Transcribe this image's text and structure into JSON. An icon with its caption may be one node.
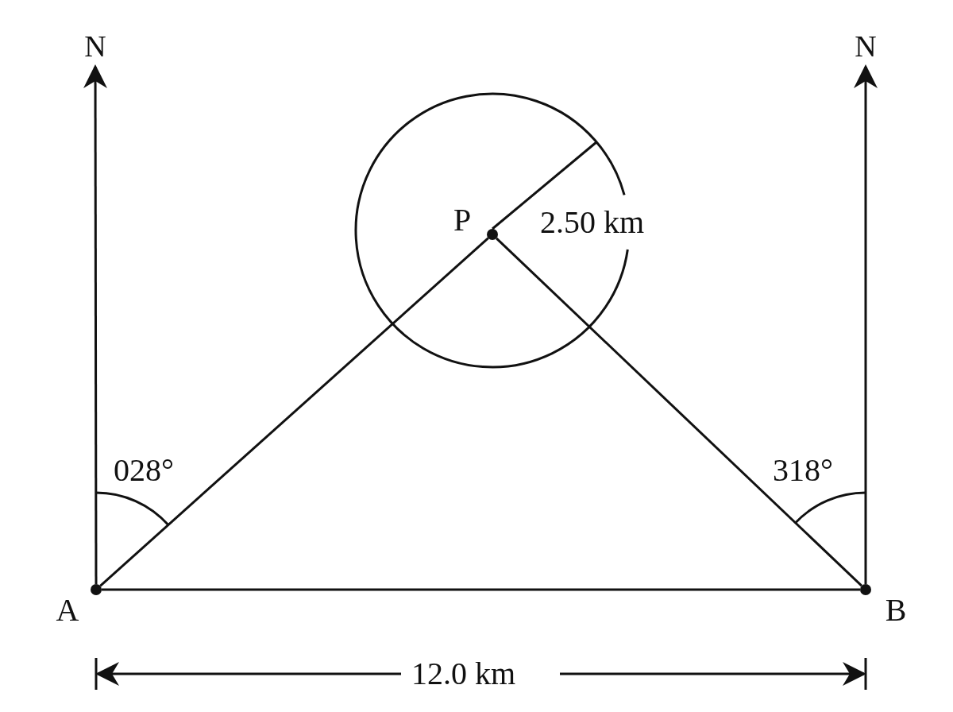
{
  "diagram": {
    "nodes": [
      {
        "text": [
          "N"
        ]
      },
      {
        "text": [
          "N"
        ]
      },
      {
        "text": [],
        "shape": "circle"
      },
      {
        "text": [
          "P"
        ],
        "in": 2
      },
      {
        "text": [
          "A"
        ]
      },
      {
        "text": [
          "B"
        ]
      }
    ],
    "edges": [
      {
        "from": 4,
        "to": 0,
        "arrow": "to"
      },
      {
        "from": 5,
        "to": 1,
        "arrow": "to"
      },
      {
        "from": 3,
        "to": 2,
        "arrow": "none",
        "label": "2.50 km"
      },
      {
        "from": 4,
        "to": 3,
        "arrow": "none"
      },
      {
        "from": 5,
        "to": 3,
        "arrow": "none"
      },
      {
        "from": 4,
        "to": 5,
        "arrow": "none"
      }
    ],
    "labels": [
      "028°",
      "318°",
      "12.0 km"
    ]
  }
}
